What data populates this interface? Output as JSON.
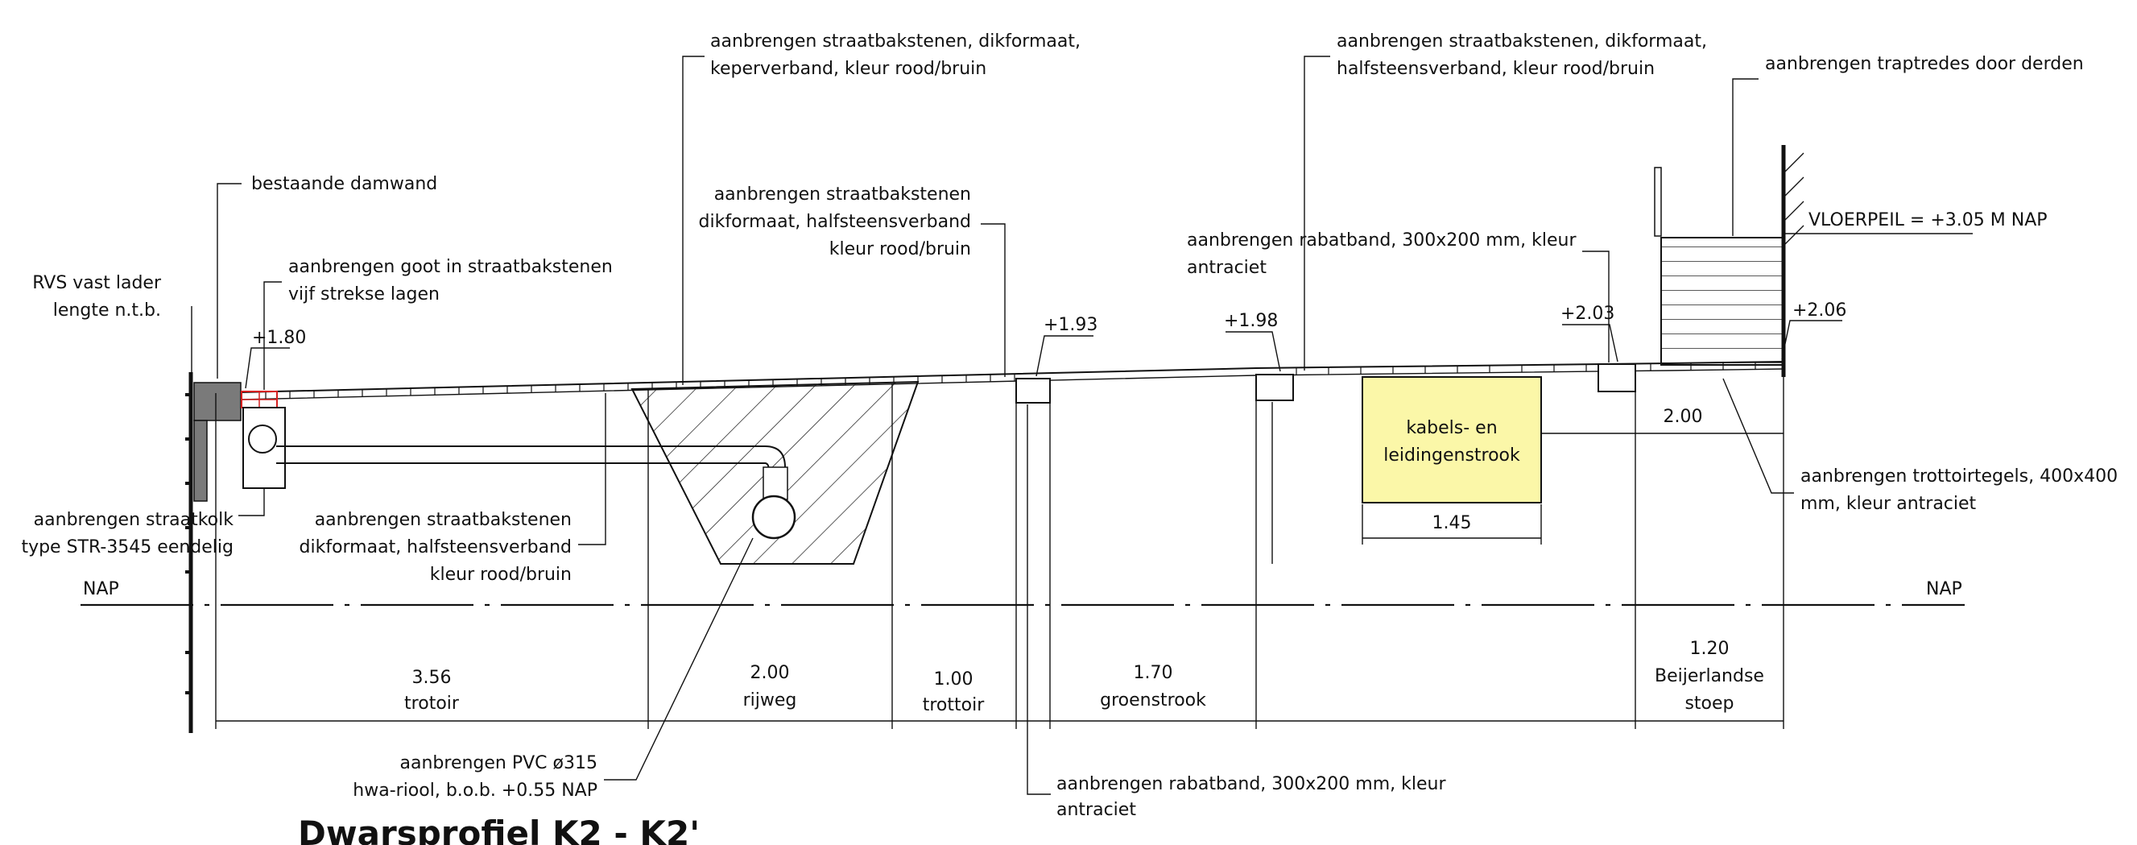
{
  "title": "Dwarsprofiel K2 - K2'",
  "labels": {
    "rvs_ladder_1": "RVS vast lader",
    "rvs_ladder_2": "lengte n.t.b.",
    "damwand": "bestaande damwand",
    "goot_1": "aanbrengen goot in straatbakstenen",
    "goot_2": "vijf strekse lagen",
    "straatkolk_1": "aanbrengen straatkolk",
    "straatkolk_2": "type STR-3545 eendelig",
    "keper_1": "aanbrengen straatbakstenen, dikformaat,",
    "keper_2": "keperverband, kleur rood/bruin",
    "halfsteen_top_1": "aanbrengen straatbakstenen",
    "halfsteen_top_2": "dikformaat, halfsteensverband",
    "halfsteen_top_3": "kleur rood/bruin",
    "halfsteen_low_1": "aanbrengen straatbakstenen",
    "halfsteen_low_2": "dikformaat, halfsteensverband",
    "halfsteen_low_3": "kleur rood/bruin",
    "rabat_top_1": "aanbrengen rabatband, 300x200 mm, kleur",
    "rabat_top_2": "antraciet",
    "halfsteen_right_1": "aanbrengen straatbakstenen, dikformaat,",
    "halfsteen_right_2": "halfsteensverband, kleur rood/bruin",
    "traptredes": "aanbrengen traptredes door derden",
    "vloerpeil": "VLOERPEIL = +3.05 M NAP",
    "trottoirtegels_1": "aanbrengen trottoirtegels, 400x400",
    "trottoirtegels_2": "mm, kleur antraciet",
    "kabels_1": "kabels- en",
    "kabels_2": "leidingenstrook",
    "pvc_1": "aanbrengen PVC ø315",
    "pvc_2": "hwa-riool, b.o.b. +0.55 NAP",
    "rabat_bottom_1": "aanbrengen rabatband, 300x200 mm, kleur",
    "rabat_bottom_2": "antraciet",
    "nap_left": "NAP",
    "nap_right": "NAP"
  },
  "levels": {
    "l180": "+1.80",
    "l193": "+1.93",
    "l198": "+1.98",
    "l203": "+2.03",
    "l206": "+2.06"
  },
  "dimensions": {
    "trotoir_value": "3.56",
    "trotoir_label": "trotoir",
    "rijweg_value": "2.00",
    "rijweg_label": "rijweg",
    "trottoir_value": "1.00",
    "trottoir_label": "trottoir",
    "groenstrook_value": "1.70",
    "groenstrook_label": "groenstrook",
    "stoep_value": "1.20",
    "stoep_label_1": "Beijerlandse",
    "stoep_label_2": "stoep",
    "kabels_width": "1.45",
    "right_offset": "2.00"
  },
  "colors": {
    "cable_strip_fill": "#fbf7a8",
    "gully_red": "#d62020",
    "sheet_pile": "#7a7a7a"
  }
}
